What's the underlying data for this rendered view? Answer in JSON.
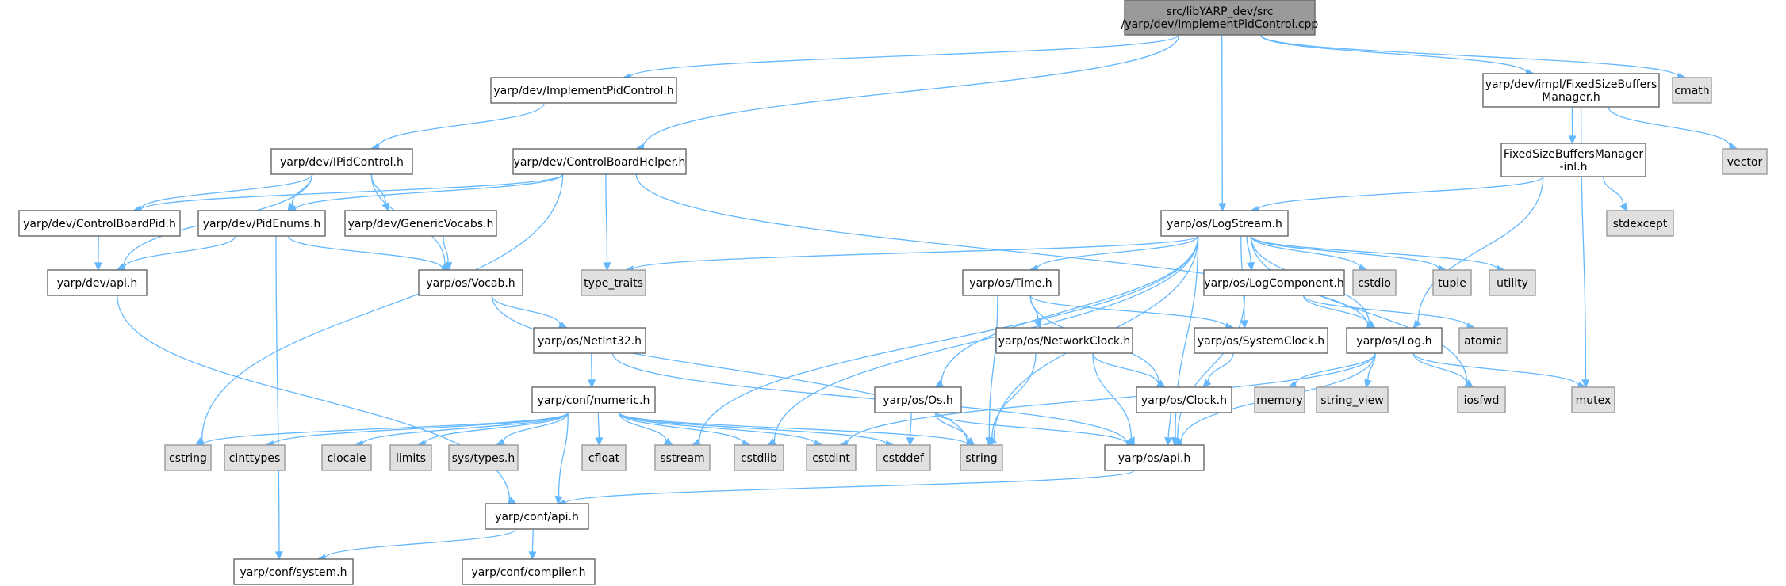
{
  "colors": {
    "edge": "#63b8ff",
    "root_fill": "#999999",
    "root_stroke": "#666666",
    "file_fill": "#ffffff",
    "file_stroke": "#666666",
    "system_fill": "#e0e0e0",
    "system_stroke": "#999999"
  },
  "nodes": [
    {
      "id": "root",
      "lines": [
        "src/libYARP_dev/src",
        "/yarp/dev/ImplementPidControl.cpp"
      ],
      "kind": "root"
    },
    {
      "id": "ipc_h",
      "lines": [
        "yarp/dev/ImplementPidControl.h"
      ],
      "kind": "file"
    },
    {
      "id": "cbh",
      "lines": [
        "yarp/dev/ControlBoardHelper.h"
      ],
      "kind": "file"
    },
    {
      "id": "fsbm",
      "lines": [
        "yarp/dev/impl/FixedSizeBuffers",
        "Manager.h"
      ],
      "kind": "file"
    },
    {
      "id": "cmath",
      "lines": [
        "cmath"
      ],
      "kind": "system"
    },
    {
      "id": "ipid",
      "lines": [
        "yarp/dev/IPidControl.h"
      ],
      "kind": "file"
    },
    {
      "id": "fsbm_inl",
      "lines": [
        "FixedSizeBuffersManager",
        "-inl.h"
      ],
      "kind": "file"
    },
    {
      "id": "vector",
      "lines": [
        "vector"
      ],
      "kind": "system"
    },
    {
      "id": "cbpid",
      "lines": [
        "yarp/dev/ControlBoardPid.h"
      ],
      "kind": "file"
    },
    {
      "id": "pidenums",
      "lines": [
        "yarp/dev/PidEnums.h"
      ],
      "kind": "file"
    },
    {
      "id": "genvocabs",
      "lines": [
        "yarp/dev/GenericVocabs.h"
      ],
      "kind": "file"
    },
    {
      "id": "logstream",
      "lines": [
        "yarp/os/LogStream.h"
      ],
      "kind": "file"
    },
    {
      "id": "stdexcept",
      "lines": [
        "stdexcept"
      ],
      "kind": "system"
    },
    {
      "id": "devapi",
      "lines": [
        "yarp/dev/api.h"
      ],
      "kind": "file"
    },
    {
      "id": "vocab",
      "lines": [
        "yarp/os/Vocab.h"
      ],
      "kind": "file"
    },
    {
      "id": "typetraits",
      "lines": [
        "type_traits"
      ],
      "kind": "system"
    },
    {
      "id": "time",
      "lines": [
        "yarp/os/Time.h"
      ],
      "kind": "file"
    },
    {
      "id": "logcomp",
      "lines": [
        "yarp/os/LogComponent.h"
      ],
      "kind": "file"
    },
    {
      "id": "cstdio",
      "lines": [
        "cstdio"
      ],
      "kind": "system"
    },
    {
      "id": "tuple",
      "lines": [
        "tuple"
      ],
      "kind": "system"
    },
    {
      "id": "utility",
      "lines": [
        "utility"
      ],
      "kind": "system"
    },
    {
      "id": "netint32",
      "lines": [
        "yarp/os/NetInt32.h"
      ],
      "kind": "file"
    },
    {
      "id": "netclock",
      "lines": [
        "yarp/os/NetworkClock.h"
      ],
      "kind": "file"
    },
    {
      "id": "sysclock",
      "lines": [
        "yarp/os/SystemClock.h"
      ],
      "kind": "file"
    },
    {
      "id": "log",
      "lines": [
        "yarp/os/Log.h"
      ],
      "kind": "file"
    },
    {
      "id": "atomic",
      "lines": [
        "atomic"
      ],
      "kind": "system"
    },
    {
      "id": "numeric",
      "lines": [
        "yarp/conf/numeric.h"
      ],
      "kind": "file"
    },
    {
      "id": "os",
      "lines": [
        "yarp/os/Os.h"
      ],
      "kind": "file"
    },
    {
      "id": "clock",
      "lines": [
        "yarp/os/Clock.h"
      ],
      "kind": "file"
    },
    {
      "id": "memory",
      "lines": [
        "memory"
      ],
      "kind": "system"
    },
    {
      "id": "string_view",
      "lines": [
        "string_view"
      ],
      "kind": "system"
    },
    {
      "id": "iosfwd",
      "lines": [
        "iosfwd"
      ],
      "kind": "system"
    },
    {
      "id": "mutex",
      "lines": [
        "mutex"
      ],
      "kind": "system"
    },
    {
      "id": "cstring",
      "lines": [
        "cstring"
      ],
      "kind": "system"
    },
    {
      "id": "cinttypes",
      "lines": [
        "cinttypes"
      ],
      "kind": "system"
    },
    {
      "id": "clocale",
      "lines": [
        "clocale"
      ],
      "kind": "system"
    },
    {
      "id": "limits",
      "lines": [
        "limits"
      ],
      "kind": "system"
    },
    {
      "id": "systypes",
      "lines": [
        "sys/types.h"
      ],
      "kind": "system"
    },
    {
      "id": "cfloat",
      "lines": [
        "cfloat"
      ],
      "kind": "system"
    },
    {
      "id": "sstream",
      "lines": [
        "sstream"
      ],
      "kind": "system"
    },
    {
      "id": "cstdlib",
      "lines": [
        "cstdlib"
      ],
      "kind": "system"
    },
    {
      "id": "cstdint",
      "lines": [
        "cstdint"
      ],
      "kind": "system"
    },
    {
      "id": "cstddef",
      "lines": [
        "cstddef"
      ],
      "kind": "system"
    },
    {
      "id": "string",
      "lines": [
        "string"
      ],
      "kind": "system"
    },
    {
      "id": "osapi",
      "lines": [
        "yarp/os/api.h"
      ],
      "kind": "file"
    },
    {
      "id": "confapi",
      "lines": [
        "yarp/conf/api.h"
      ],
      "kind": "file"
    },
    {
      "id": "system",
      "lines": [
        "yarp/conf/system.h"
      ],
      "kind": "file"
    },
    {
      "id": "compiler",
      "lines": [
        "yarp/conf/compiler.h"
      ],
      "kind": "file"
    }
  ],
  "edges": [
    [
      "root",
      "ipc_h"
    ],
    [
      "root",
      "cbh"
    ],
    [
      "root",
      "logstream"
    ],
    [
      "root",
      "fsbm"
    ],
    [
      "root",
      "cmath"
    ],
    [
      "ipc_h",
      "ipid"
    ],
    [
      "ipid",
      "devapi"
    ],
    [
      "ipid",
      "cbpid"
    ],
    [
      "ipid",
      "pidenums"
    ],
    [
      "ipid",
      "genvocabs"
    ],
    [
      "ipid",
      "vocab"
    ],
    [
      "cbh",
      "cbpid"
    ],
    [
      "cbh",
      "pidenums"
    ],
    [
      "cbh",
      "typetraits"
    ],
    [
      "cbh",
      "cstring"
    ],
    [
      "cbh",
      "log"
    ],
    [
      "cbpid",
      "devapi"
    ],
    [
      "pidenums",
      "devapi"
    ],
    [
      "pidenums",
      "vocab"
    ],
    [
      "pidenums",
      "system"
    ],
    [
      "genvocabs",
      "vocab"
    ],
    [
      "devapi",
      "confapi"
    ],
    [
      "vocab",
      "netint32"
    ],
    [
      "vocab",
      "string"
    ],
    [
      "netint32",
      "numeric"
    ],
    [
      "netint32",
      "osapi"
    ],
    [
      "fsbm",
      "fsbm_inl"
    ],
    [
      "fsbm",
      "vector"
    ],
    [
      "fsbm",
      "mutex"
    ],
    [
      "fsbm_inl",
      "logstream"
    ],
    [
      "fsbm_inl",
      "stdexcept"
    ],
    [
      "fsbm_inl",
      "log"
    ],
    [
      "logstream",
      "typetraits"
    ],
    [
      "logstream",
      "sstream"
    ],
    [
      "logstream",
      "cstdlib"
    ],
    [
      "logstream",
      "string"
    ],
    [
      "logstream",
      "os"
    ],
    [
      "logstream",
      "time"
    ],
    [
      "logstream",
      "sysclock"
    ],
    [
      "logstream",
      "log"
    ],
    [
      "logstream",
      "logcomp"
    ],
    [
      "logstream",
      "cstdio"
    ],
    [
      "logstream",
      "tuple"
    ],
    [
      "logstream",
      "utility"
    ],
    [
      "logstream",
      "iosfwd"
    ],
    [
      "logstream",
      "osapi"
    ],
    [
      "time",
      "netclock"
    ],
    [
      "time",
      "sysclock"
    ],
    [
      "time",
      "clock"
    ],
    [
      "time",
      "string"
    ],
    [
      "logcomp",
      "log"
    ],
    [
      "logcomp",
      "atomic"
    ],
    [
      "logcomp",
      "osapi"
    ],
    [
      "netclock",
      "clock"
    ],
    [
      "netclock",
      "string"
    ],
    [
      "netclock",
      "osapi"
    ],
    [
      "sysclock",
      "clock"
    ],
    [
      "log",
      "cstdint"
    ],
    [
      "log",
      "memory"
    ],
    [
      "log",
      "string_view"
    ],
    [
      "log",
      "iosfwd"
    ],
    [
      "log",
      "mutex"
    ],
    [
      "log",
      "osapi"
    ],
    [
      "os",
      "cstddef"
    ],
    [
      "os",
      "string"
    ],
    [
      "os",
      "osapi"
    ],
    [
      "clock",
      "osapi"
    ],
    [
      "numeric",
      "cstring"
    ],
    [
      "numeric",
      "cinttypes"
    ],
    [
      "numeric",
      "clocale"
    ],
    [
      "numeric",
      "limits"
    ],
    [
      "numeric",
      "systypes"
    ],
    [
      "numeric",
      "cfloat"
    ],
    [
      "numeric",
      "sstream"
    ],
    [
      "numeric",
      "cstdlib"
    ],
    [
      "numeric",
      "cstdint"
    ],
    [
      "numeric",
      "cstddef"
    ],
    [
      "numeric",
      "string"
    ],
    [
      "numeric",
      "confapi"
    ],
    [
      "osapi",
      "confapi"
    ],
    [
      "confapi",
      "system"
    ],
    [
      "confapi",
      "compiler"
    ]
  ]
}
